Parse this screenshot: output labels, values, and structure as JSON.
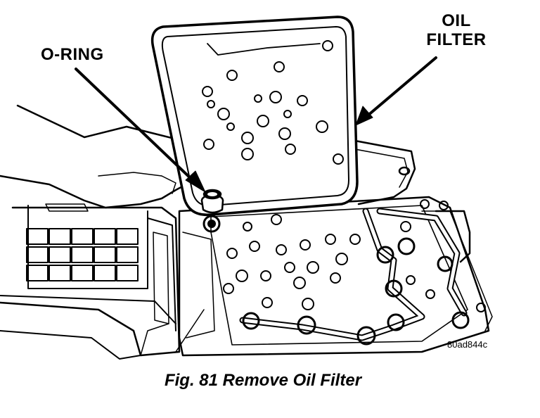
{
  "callouts": {
    "o_ring": "O-RING",
    "oil_filter_line1": "OIL",
    "oil_filter_line2": "FILTER"
  },
  "image_id": "80ad844c",
  "caption": "Fig. 81 Remove Oil Filter",
  "colors": {
    "ink": "#000000",
    "paper": "#ffffff"
  }
}
